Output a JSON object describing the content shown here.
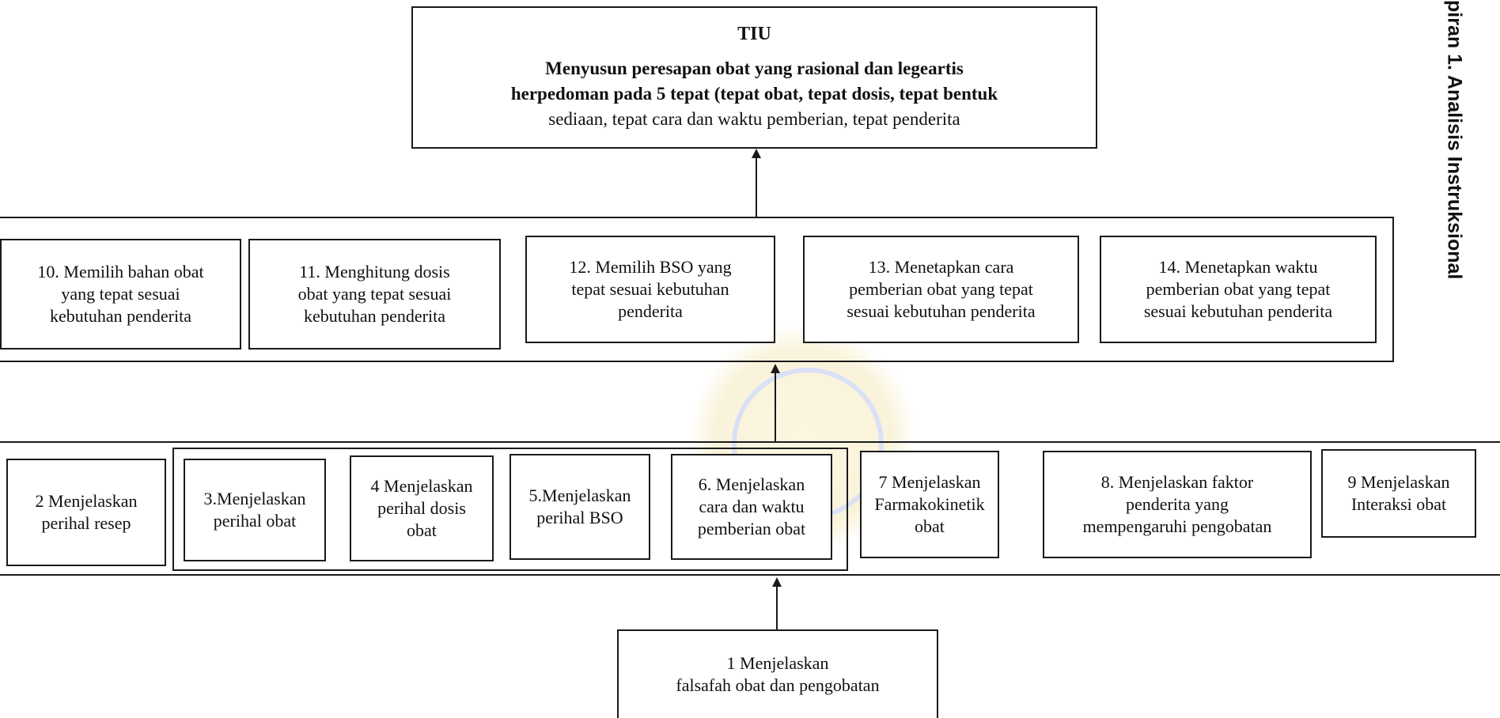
{
  "side_title": "piran 1. Analisis Instruksional",
  "tiu": {
    "heading": "TIU",
    "line1": "Menyusun peresapan obat yang rasional dan legeartis",
    "line2": "herpedoman pada 5 tepat (tepat obat, tepat dosis, tepat bentuk",
    "line3": "sediaan, tepat cara dan waktu pemberian, tepat penderita"
  },
  "row_top": [
    {
      "label": "10. Memilih bahan obat\nyang tepat sesuai\nkebutuhan penderita"
    },
    {
      "label": "11. Menghitung dosis\nobat yang tepat sesuai\nkebutuhan penderita"
    },
    {
      "label": "12. Memilih BSO yang\ntepat sesuai kebutuhan\npenderita"
    },
    {
      "label": "13. Menetapkan cara\npemberian obat yang tepat\nsesuai kebutuhan penderita"
    },
    {
      "label": "14. Menetapkan waktu\npemberian obat yang tepat\nsesuai kebutuhan penderita"
    }
  ],
  "row_mid": [
    {
      "label": "2 Menjelaskan\nperihal resep"
    },
    {
      "label": "3.Menjelaskan\nperihal obat"
    },
    {
      "label": "4 Menjelaskan\nperihal dosis\nobat"
    },
    {
      "label": "5.Menjelaskan\nperihal BSO"
    },
    {
      "label": "6. Menjelaskan\ncara dan waktu\npemberian obat"
    },
    {
      "label": "7 Menjelaskan\nFarmakokinetik\nobat"
    },
    {
      "label": "8. Menjelaskan faktor\npenderita yang\nmempengaruhi pengobatan"
    },
    {
      "label": "9 Menjelaskan\nInteraksi obat"
    }
  ],
  "bottom": {
    "label": "1 Menjelaskan\nfalsafah obat dan pengobatan"
  }
}
